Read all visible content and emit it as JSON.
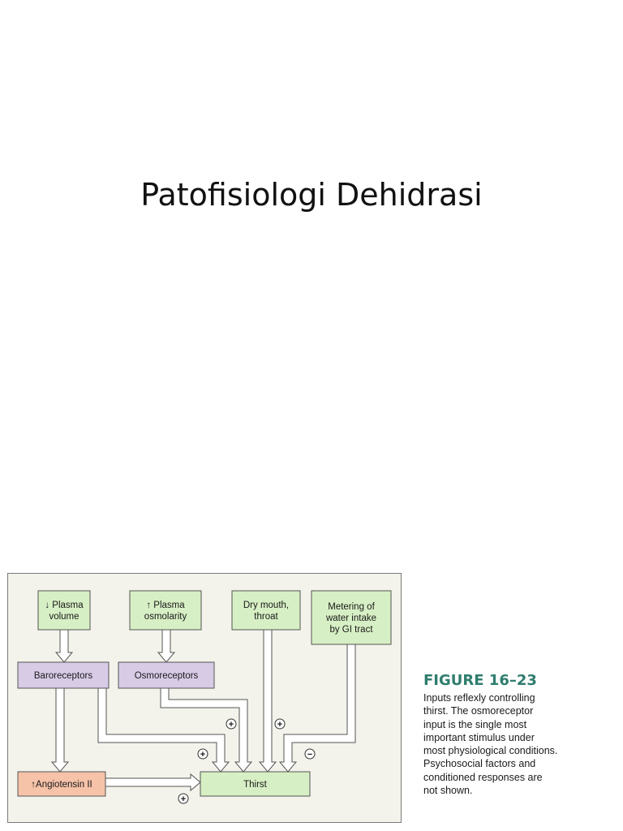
{
  "slide": {
    "title": "Patofisiologi Dehidrasi"
  },
  "diagram": {
    "nodes": {
      "plasma_volume": [
        "↓ Plasma",
        "volume"
      ],
      "plasma_osmolarity": [
        "↑ Plasma",
        "osmolarity"
      ],
      "dry_mouth": [
        "Dry mouth,",
        "throat"
      ],
      "metering": [
        "Metering of",
        "water intake",
        "by GI tract"
      ],
      "baroreceptors": [
        "Baroreceptors"
      ],
      "osmoreceptors": [
        "Osmoreceptors"
      ],
      "angiotensin": [
        "↑Angiotensin II"
      ],
      "thirst": [
        "Thirst"
      ]
    },
    "signs": {
      "osmo_to_thirst": "+",
      "dry_to_thirst": "+",
      "baro_to_thirst": "+",
      "metering_to_thirst": "−",
      "angio_to_thirst": "+"
    },
    "colors": {
      "stimulus_fill": "#d7efc4",
      "receptor_fill": "#d8cbe6",
      "hormone_fill": "#f6c2a8",
      "thirst_fill": "#d7efc4",
      "box_stroke": "#555555",
      "arrow_fill": "#ffffff",
      "arrow_stroke": "#555555",
      "panel_bg": "#f3f3ec"
    }
  },
  "figure": {
    "number": "FIGURE 16–23",
    "caption_lines": [
      "Inputs reflexly controlling",
      "thirst. The osmoreceptor",
      "input is the single most",
      "important stimulus under",
      "most physiological conditions.",
      "Psychosocial factors and",
      "conditioned responses are",
      "not shown."
    ],
    "accent_color": "#2f7d6d"
  }
}
